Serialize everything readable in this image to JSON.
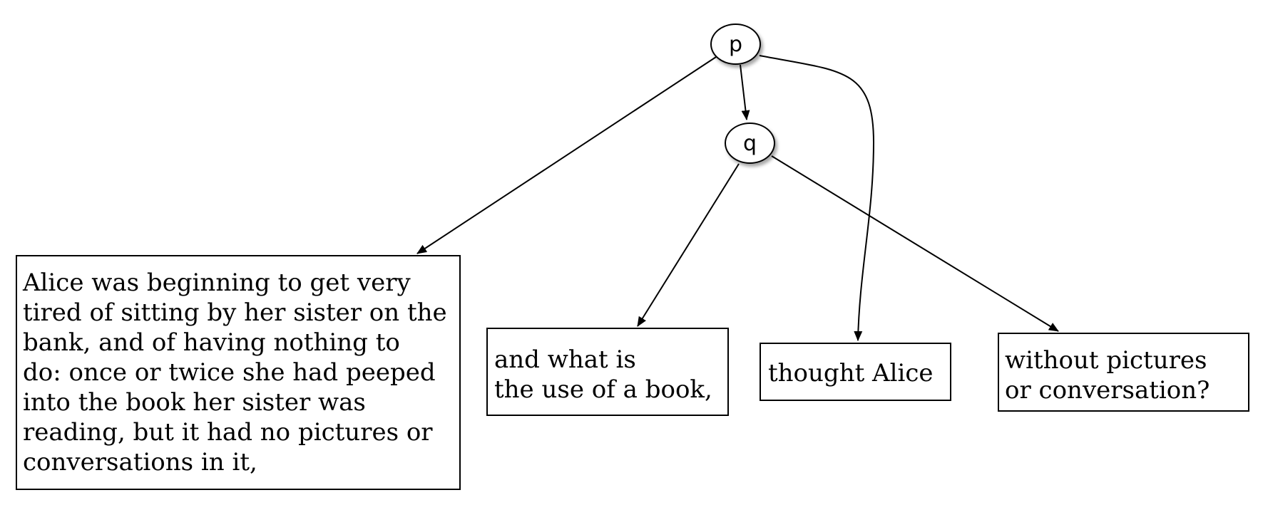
{
  "nodes": {
    "p": {
      "label": "p"
    },
    "q": {
      "label": "q"
    }
  },
  "boxes": {
    "alice": "Alice was beginning to get very\ntired of sitting by her sister on the\nbank, and of having nothing to\ndo: once or twice she had peeped\ninto the book her sister was\nreading, but it had no pictures or\nconversations in it,",
    "book": "and what is\nthe use of a book,",
    "thought": "thought Alice",
    "without": "without pictures\nor conversation?"
  },
  "edges": [
    {
      "from": "p",
      "to": "q"
    },
    {
      "from": "p",
      "to": "alice"
    },
    {
      "from": "p",
      "to": "thought"
    },
    {
      "from": "q",
      "to": "book"
    },
    {
      "from": "q",
      "to": "without"
    }
  ],
  "colors": {
    "stroke": "#000000",
    "background": "#ffffff"
  }
}
